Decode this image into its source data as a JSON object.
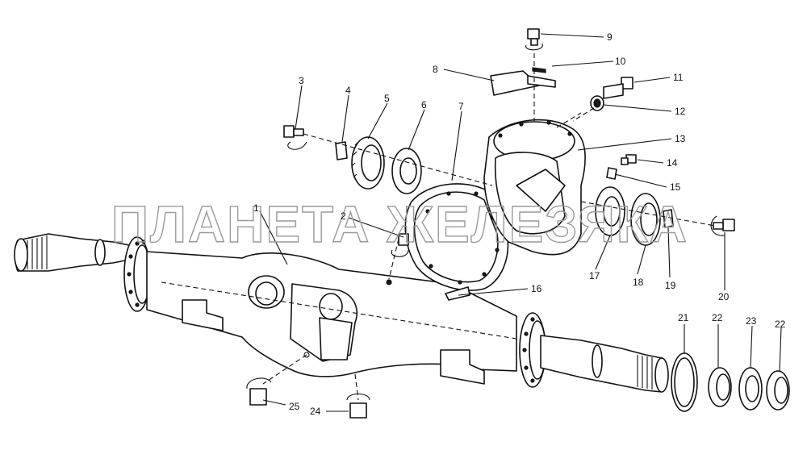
{
  "watermark": "ПЛАНЕТА ЖЕЛЕЗЯКА",
  "callouts": [
    {
      "id": "c1",
      "text": "1"
    },
    {
      "id": "c2",
      "text": "2"
    },
    {
      "id": "c3",
      "text": "3"
    },
    {
      "id": "c4",
      "text": "4"
    },
    {
      "id": "c5",
      "text": "5"
    },
    {
      "id": "c6",
      "text": "6"
    },
    {
      "id": "c7",
      "text": "7"
    },
    {
      "id": "c8",
      "text": "8"
    },
    {
      "id": "c9",
      "text": "9"
    },
    {
      "id": "c10",
      "text": "10"
    },
    {
      "id": "c11",
      "text": "11"
    },
    {
      "id": "c12",
      "text": "12"
    },
    {
      "id": "c13",
      "text": "13"
    },
    {
      "id": "c14",
      "text": "14"
    },
    {
      "id": "c15",
      "text": "15"
    },
    {
      "id": "c16",
      "text": "16"
    },
    {
      "id": "c17",
      "text": "17"
    },
    {
      "id": "c18",
      "text": "18"
    },
    {
      "id": "c19",
      "text": "19"
    },
    {
      "id": "c20",
      "text": "20"
    },
    {
      "id": "c21",
      "text": "21"
    },
    {
      "id": "c22a",
      "text": "22"
    },
    {
      "id": "c23",
      "text": "23"
    },
    {
      "id": "c22b",
      "text": "22"
    },
    {
      "id": "c24",
      "text": "24"
    },
    {
      "id": "c25",
      "text": "25"
    }
  ]
}
